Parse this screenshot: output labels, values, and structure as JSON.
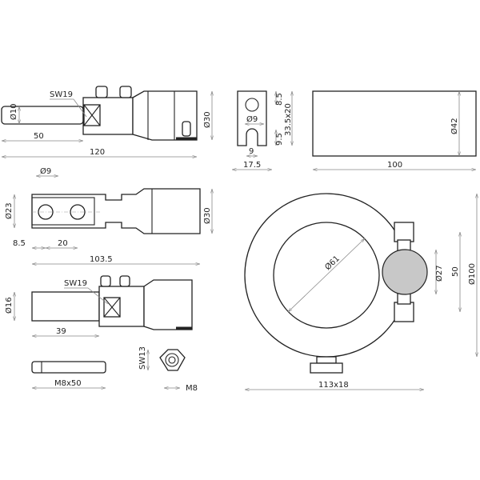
{
  "view1": {
    "sw": "SW19",
    "dia": "Ø10",
    "len": "50",
    "total": "120",
    "dia2": "Ø30"
  },
  "view2": {
    "hole": "Ø9",
    "dia": "Ø23",
    "off": "8.5",
    "pitch": "20",
    "total": "103.5",
    "dia2": "Ø30"
  },
  "view3": {
    "sw": "SW19",
    "dia": "Ø16",
    "len": "39"
  },
  "bolt": {
    "label": "M8x50"
  },
  "nut": {
    "sw": "SW13",
    "thread": "M8"
  },
  "plate": {
    "top": "8.5",
    "size": "33.5x20",
    "hole": "Ø9",
    "slot_h": "9.5",
    "slot_w": "9",
    "width": "17.5"
  },
  "sleeve": {
    "dia": "Ø42",
    "len": "100"
  },
  "ring": {
    "inner": "Ø61",
    "clamp": "Ø27",
    "spacing": "50",
    "outer": "Ø100",
    "size": "113x18"
  }
}
